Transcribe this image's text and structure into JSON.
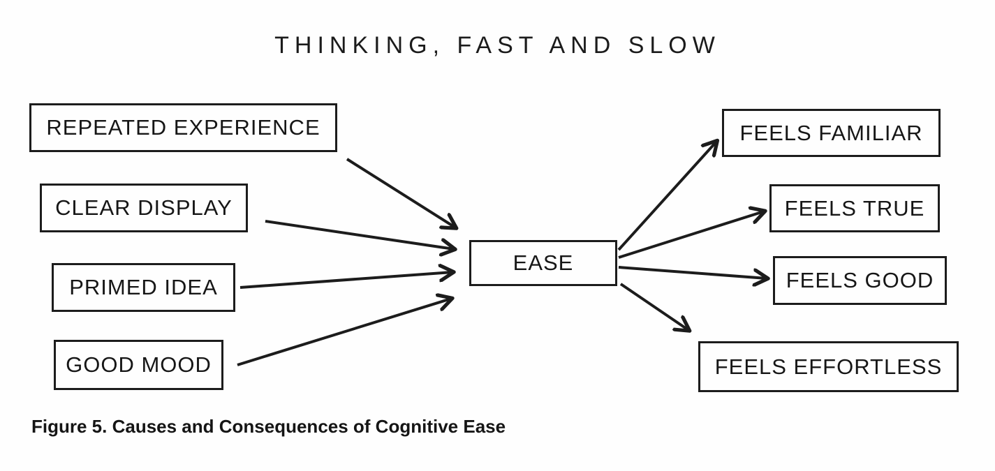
{
  "title": "THINKING, FAST AND SLOW",
  "caption": "Figure 5. Causes and Consequences of Cognitive Ease",
  "center": {
    "label": "EASE"
  },
  "causes": [
    {
      "label": "REPEATED EXPERIENCE"
    },
    {
      "label": "CLEAR DISPLAY"
    },
    {
      "label": "PRIMED IDEA"
    },
    {
      "label": "GOOD MOOD"
    }
  ],
  "consequences": [
    {
      "label": "FEELS FAMILIAR"
    },
    {
      "label": "FEELS TRUE"
    },
    {
      "label": "FEELS GOOD"
    },
    {
      "label": "FEELS EFFORTLESS"
    }
  ],
  "colors": {
    "ink": "#1c1c1c",
    "background": "#fefefe"
  }
}
